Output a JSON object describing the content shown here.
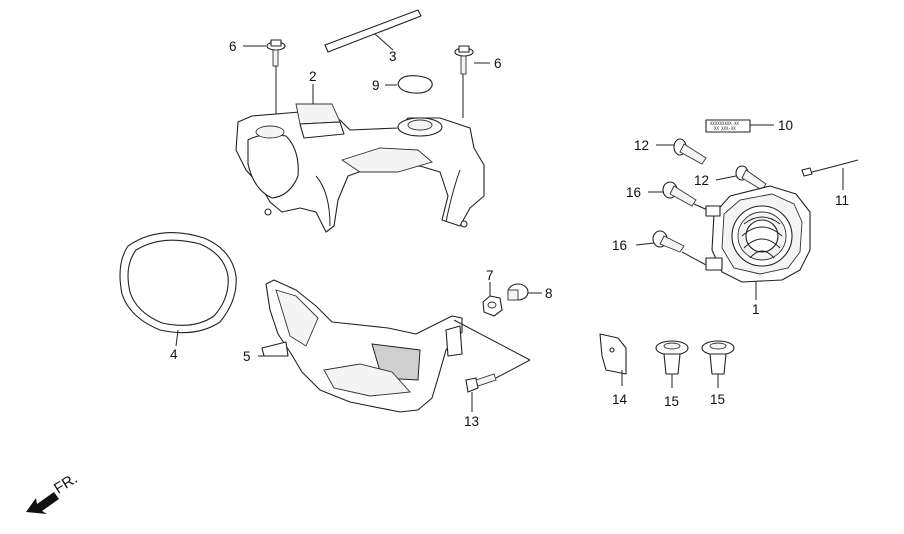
{
  "callouts": {
    "c1": "1",
    "c2": "2",
    "c3": "3",
    "c4": "4",
    "c5": "5",
    "c6a": "6",
    "c6b": "6",
    "c7": "7",
    "c8": "8",
    "c9": "9",
    "c10": "10",
    "c11": "11",
    "c12a": "12",
    "c12b": "12",
    "c13": "13",
    "c14": "14",
    "c15a": "15",
    "c15b": "15",
    "c16a": "16",
    "c16b": "16"
  },
  "direction": {
    "label": "FR."
  },
  "colors": {
    "line": "#222222",
    "background": "#ffffff"
  }
}
